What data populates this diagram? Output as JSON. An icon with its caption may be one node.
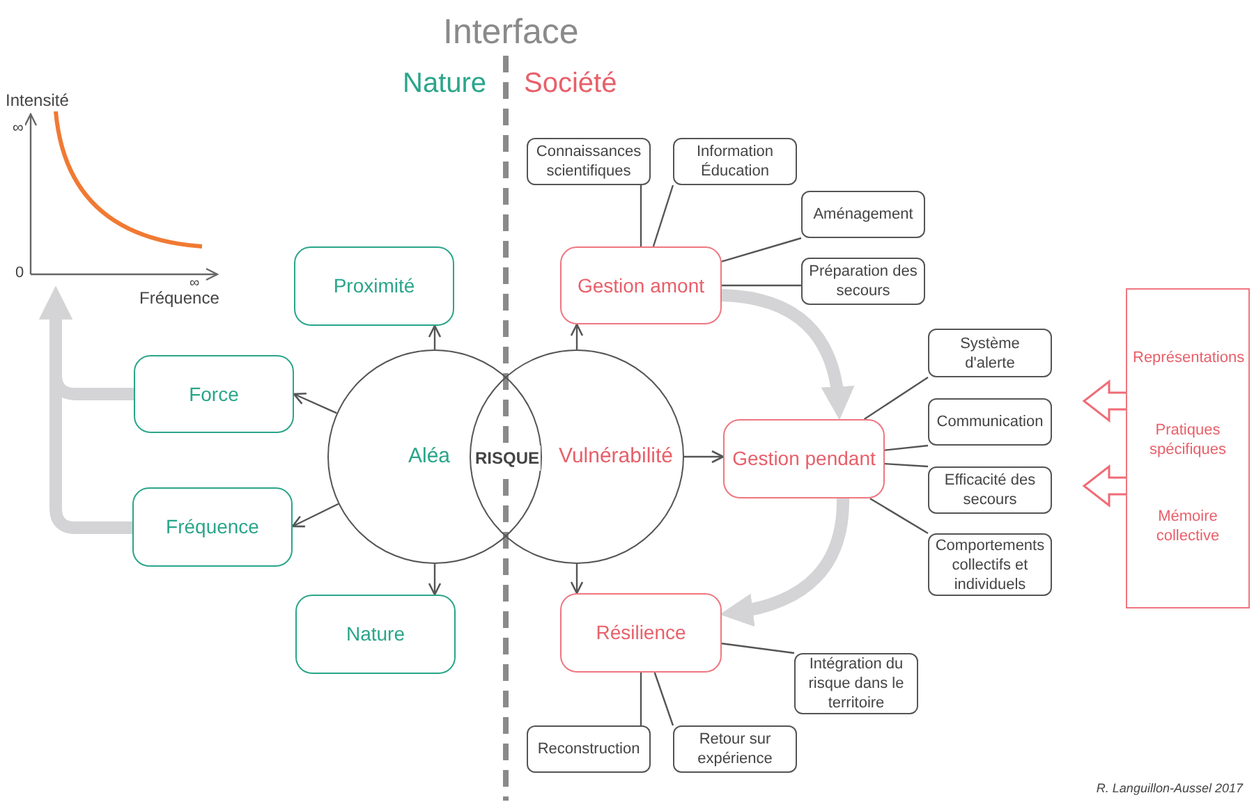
{
  "diagram": {
    "title": "Interface",
    "nodes": [
      {
        "text": [
          "Proximité"
        ]
      },
      {
        "text": [
          "Force"
        ]
      },
      {
        "text": [
          "Fréquence"
        ]
      },
      {
        "text": [
          "Nature"
        ]
      },
      {
        "text": [
          "Aléa"
        ]
      },
      {
        "text": [
          "Vulnérabilité"
        ]
      },
      {
        "text": [
          "Gestion amont"
        ]
      },
      {
        "text": [
          "Connaissances scientifiques"
        ]
      },
      {
        "text": [
          "Information Éducation"
        ]
      },
      {
        "text": [
          "Aménagement"
        ]
      },
      {
        "text": [
          "Préparation des secours"
        ]
      },
      {
        "text": [
          "Gestion pendant"
        ]
      },
      {
        "text": [
          "Système d'alerte"
        ]
      },
      {
        "text": [
          "Communication"
        ]
      },
      {
        "text": [
          "Efficacité des secours"
        ]
      },
      {
        "text": [
          "Comportements collectifs et individuels"
        ]
      },
      {
        "text": [
          "Résilience"
        ]
      },
      {
        "text": [
          "Reconstruction"
        ]
      },
      {
        "text": [
          "Retour sur expérience"
        ]
      },
      {
        "text": [
          "Intégration du risque dans le territoire"
        ]
      },
      {
        "text": [
          "Représentations",
          "Pratiques spécifiques",
          "Mémoire collective"
        ]
      },
      {
        "text": [],
        "shape": "picture"
      }
    ],
    "edges": [
      {
        "from": 4,
        "to": 0,
        "arrow": "to"
      },
      {
        "from": 4,
        "to": 1,
        "arrow": "to"
      },
      {
        "from": 4,
        "to": 2,
        "arrow": "to"
      },
      {
        "from": 4,
        "to": 3,
        "arrow": "to"
      },
      {
        "from": 5,
        "to": 6,
        "arrow": "to"
      },
      {
        "from": 5,
        "to": 11,
        "arrow": "to"
      },
      {
        "from": 5,
        "to": 16,
        "arrow": "to"
      },
      {
        "from": 6,
        "to": 7,
        "arrow": "none"
      },
      {
        "from": 6,
        "to": 8,
        "arrow": "none"
      },
      {
        "from": 6,
        "to": 9,
        "arrow": "none"
      },
      {
        "from": 6,
        "to": 10,
        "arrow": "none"
      },
      {
        "from": 11,
        "to": 12,
        "arrow": "none"
      },
      {
        "from": 11,
        "to": 13,
        "arrow": "none"
      },
      {
        "from": 11,
        "to": 14,
        "arrow": "none"
      },
      {
        "from": 11,
        "to": 15,
        "arrow": "none"
      },
      {
        "from": 16,
        "to": 17,
        "arrow": "none"
      },
      {
        "from": 16,
        "to": 18,
        "arrow": "none"
      },
      {
        "from": 16,
        "to": 19,
        "arrow": "none"
      },
      {
        "from": 6,
        "to": 11,
        "arrow": "to",
        "style": "thick",
        "color": "#d4d4d6"
      },
      {
        "from": 11,
        "to": 16,
        "arrow": "to",
        "style": "thick",
        "color": "#d4d4d6"
      },
      {
        "from": 1,
        "to": 21,
        "arrow": "to",
        "style": "thick",
        "color": "#d4d4d6"
      },
      {
        "from": 2,
        "to": 21,
        "arrow": "to",
        "style": "thick",
        "color": "#d4d4d6"
      },
      {
        "from": 20,
        "to": null,
        "arrow": "to",
        "style": "thick",
        "color": "#f06b76"
      },
      {
        "from": 20,
        "to": null,
        "arrow": "to",
        "style": "thick",
        "color": "#f06b76"
      }
    ],
    "labels": [
      "Nature",
      "Société",
      "RISQUE",
      "Intensité",
      "∞",
      "0",
      "∞",
      "Fréquence",
      "R. Languillon-Aussel 2017"
    ]
  }
}
